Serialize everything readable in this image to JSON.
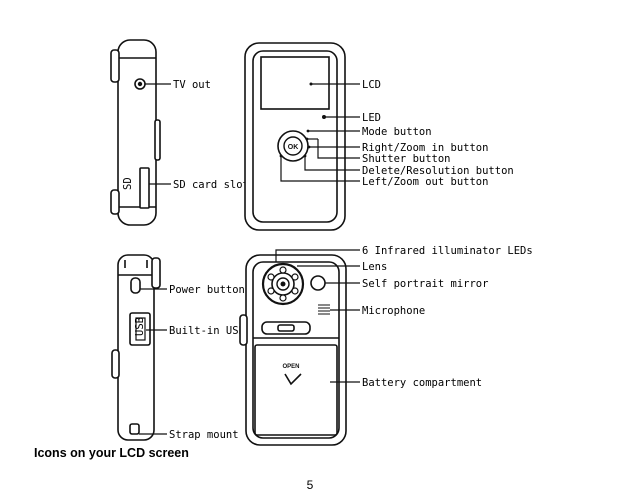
{
  "labels": {
    "tv_out": "TV out",
    "sd_card_slot": "SD card slot",
    "lcd": "LCD",
    "led": "LED",
    "mode_button": "Mode button",
    "right_zoom_in": "Right/Zoom in button",
    "shutter_button": "Shutter button",
    "delete_resolution": "Delete/Resolution button",
    "left_zoom_out": "Left/Zoom out button",
    "infrared_leds": "6 Infrared illuminator LEDs",
    "lens": "Lens",
    "self_portrait_mirror": "Self portrait mirror",
    "microphone": "Microphone",
    "battery_compartment": "Battery compartment",
    "power_button": "Power button",
    "builtin_usb": "Built-in USB",
    "strap_mount": "Strap mount"
  },
  "device_text": {
    "ok": "OK",
    "usb": "USB",
    "sd": "SD",
    "open": "OPEN"
  },
  "section_title": "Icons on your LCD screen",
  "page_number": "5"
}
